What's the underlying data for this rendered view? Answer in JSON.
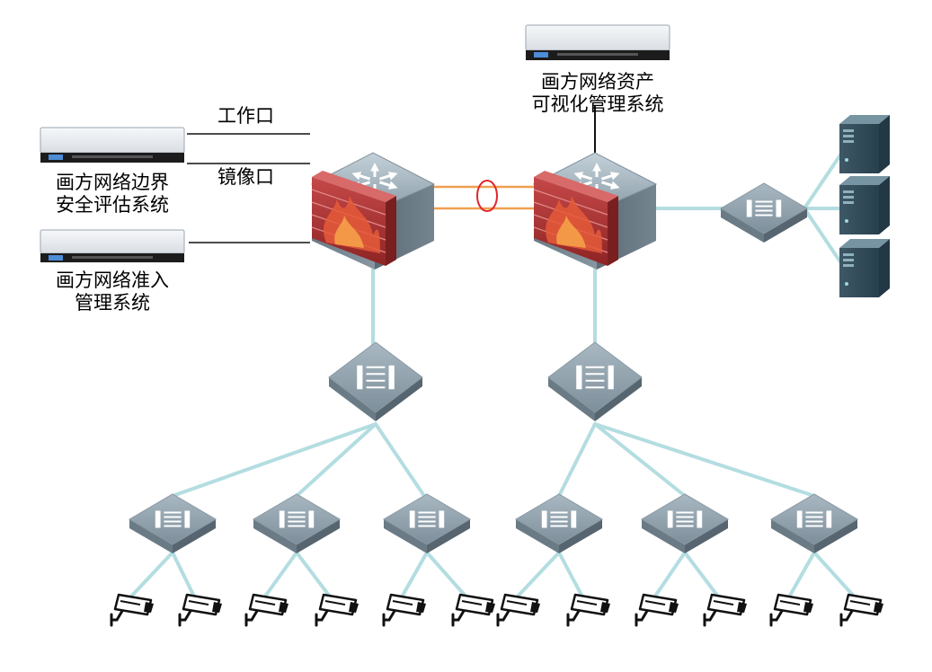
{
  "labels": {
    "asset_system_line1": "画方网络资产",
    "asset_system_line2": "可视化管理系统",
    "border_system_line1": "画方网络边界",
    "border_system_line2": "安全评估系统",
    "access_system_line1": "画方网络准入",
    "access_system_line2": "管理系统",
    "work_port": "工作口",
    "mirror_port": "镜像口"
  },
  "colors": {
    "link": "#b3dde1",
    "trunk": "#f0a050",
    "ellipse": "#e0262b",
    "line": "#111111",
    "firewall_red": "#b73a3a",
    "device_gray": "#7c8d99"
  },
  "icons": {
    "core": "firewall-switch-icon",
    "switch": "access-switch-icon",
    "server": "tower-server-icon",
    "rack": "rack-server-icon",
    "camera": "security-camera-icon"
  }
}
